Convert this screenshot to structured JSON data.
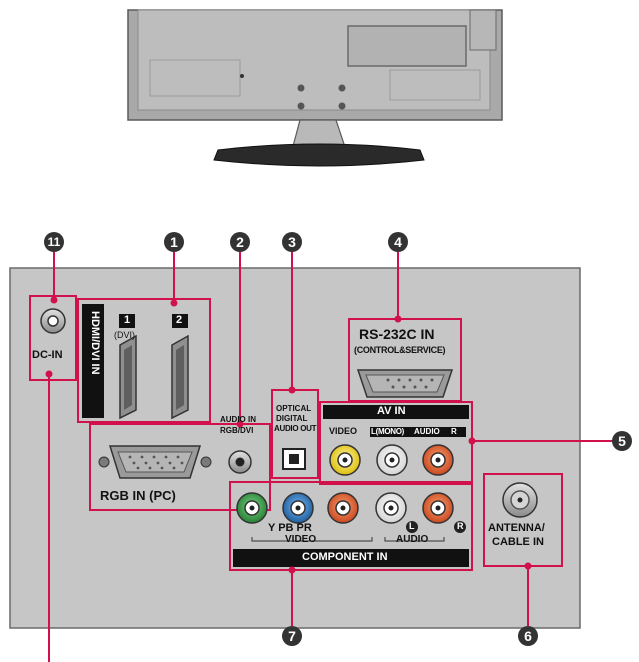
{
  "labels": {
    "dc_in": "DC-IN",
    "hdmi_vertical": "HDMI/DVI IN",
    "hdmi_port_1": "1",
    "hdmi_port_2": "2",
    "hdmi_dvi_note": "(DVI)",
    "rs232_title": "RS-232C IN",
    "rs232_sub": "(CONTROL&SERVICE)",
    "audio_in_line1": "AUDIO IN",
    "audio_in_line2": "RGB/DVI",
    "optical_line1": "OPTICAL",
    "optical_line2": "DIGITAL",
    "optical_line3": "AUDIO OUT",
    "av_in_title": "AV IN",
    "av_video": "VIDEO",
    "av_mono": "L(MONO)",
    "av_audio": "AUDIO",
    "av_r": "R",
    "rgb_in": "RGB IN (PC)",
    "comp_ypbpr": "Y PB PR",
    "comp_video": "VIDEO",
    "comp_audio": "AUDIO",
    "comp_l": "L",
    "comp_r": "R",
    "component_in": "COMPONENT IN",
    "antenna_line1": "ANTENNA/",
    "antenna_line2": "CABLE IN"
  },
  "callouts": {
    "c11": "11",
    "c1": "1",
    "c2": "2",
    "c3": "3",
    "c4": "4",
    "c5": "5",
    "c6": "6",
    "c7": "7"
  },
  "colors": {
    "panel": "#c6c6c6",
    "panel_border": "#6a6a6a",
    "highlight": "#d0114b",
    "label_bar": "#111111",
    "jack_yellow": "#f2d800",
    "jack_white": "#f4f4f4",
    "jack_red": "#e0521f",
    "jack_green": "#2f9a3e",
    "jack_blue": "#1e74c4",
    "tv_body": "#b0b0b0",
    "tv_stand": "#2a2a2a"
  }
}
